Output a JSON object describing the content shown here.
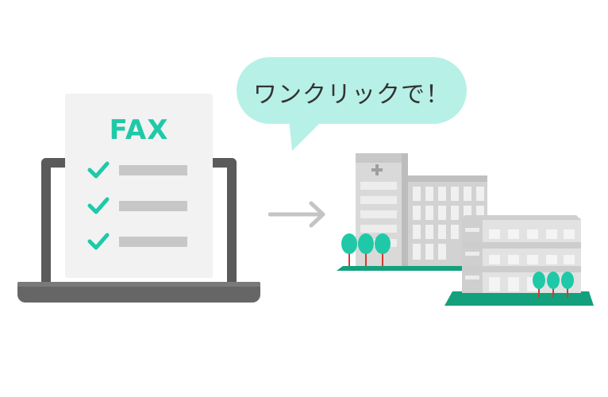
{
  "document": {
    "title": "FAX",
    "checklist_count": 3
  },
  "speech_bubble": {
    "text": "ワンクリックで！"
  },
  "icons": {
    "check": "check-icon",
    "arrow": "arrow-right-icon",
    "hospital": "hospital-building-icon",
    "facility": "care-facility-building-icon",
    "tree": "tree-icon"
  },
  "colors": {
    "accent": "#1fc9a7",
    "bubble": "#b7f0e6",
    "ground": "#12a17c",
    "laptop": "#5a5a5a"
  }
}
